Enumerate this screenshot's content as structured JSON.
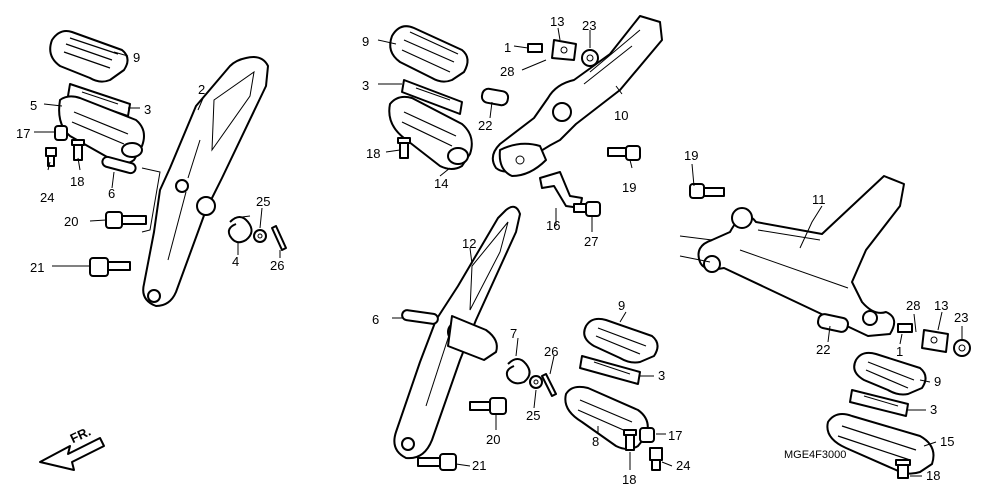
{
  "diagram_code": "MGE4F3000",
  "direction_label": "FR.",
  "callouts": [
    {
      "id": "c-9a",
      "text": "9"
    },
    {
      "id": "c-2",
      "text": "2"
    },
    {
      "id": "c-5",
      "text": "5"
    },
    {
      "id": "c-3a",
      "text": "3"
    },
    {
      "id": "c-17a",
      "text": "17"
    },
    {
      "id": "c-18a",
      "text": "18"
    },
    {
      "id": "c-24a",
      "text": "24"
    },
    {
      "id": "c-6a",
      "text": "6"
    },
    {
      "id": "c-20a",
      "text": "20"
    },
    {
      "id": "c-25a",
      "text": "25"
    },
    {
      "id": "c-4",
      "text": "4"
    },
    {
      "id": "c-26a",
      "text": "26"
    },
    {
      "id": "c-21a",
      "text": "21"
    },
    {
      "id": "c-9b",
      "text": "9"
    },
    {
      "id": "c-3b",
      "text": "3"
    },
    {
      "id": "c-18b",
      "text": "18"
    },
    {
      "id": "c-14",
      "text": "14"
    },
    {
      "id": "c-1a",
      "text": "1"
    },
    {
      "id": "c-28a",
      "text": "28"
    },
    {
      "id": "c-13a",
      "text": "13"
    },
    {
      "id": "c-23a",
      "text": "23"
    },
    {
      "id": "c-22a",
      "text": "22"
    },
    {
      "id": "c-10",
      "text": "10"
    },
    {
      "id": "c-19a",
      "text": "19"
    },
    {
      "id": "c-16",
      "text": "16"
    },
    {
      "id": "c-27",
      "text": "27"
    },
    {
      "id": "c-12",
      "text": "12"
    },
    {
      "id": "c-6b",
      "text": "6"
    },
    {
      "id": "c-7",
      "text": "7"
    },
    {
      "id": "c-26b",
      "text": "26"
    },
    {
      "id": "c-25b",
      "text": "25"
    },
    {
      "id": "c-20b",
      "text": "20"
    },
    {
      "id": "c-21b",
      "text": "21"
    },
    {
      "id": "c-9c",
      "text": "9"
    },
    {
      "id": "c-3c",
      "text": "3"
    },
    {
      "id": "c-8",
      "text": "8"
    },
    {
      "id": "c-17b",
      "text": "17"
    },
    {
      "id": "c-18c",
      "text": "18"
    },
    {
      "id": "c-24b",
      "text": "24"
    },
    {
      "id": "c-19b",
      "text": "19"
    },
    {
      "id": "c-11",
      "text": "11"
    },
    {
      "id": "c-28b",
      "text": "28"
    },
    {
      "id": "c-13b",
      "text": "13"
    },
    {
      "id": "c-23b",
      "text": "23"
    },
    {
      "id": "c-22b",
      "text": "22"
    },
    {
      "id": "c-1b",
      "text": "1"
    },
    {
      "id": "c-9d",
      "text": "9"
    },
    {
      "id": "c-3d",
      "text": "3"
    },
    {
      "id": "c-15",
      "text": "15"
    },
    {
      "id": "c-18d",
      "text": "18"
    }
  ]
}
